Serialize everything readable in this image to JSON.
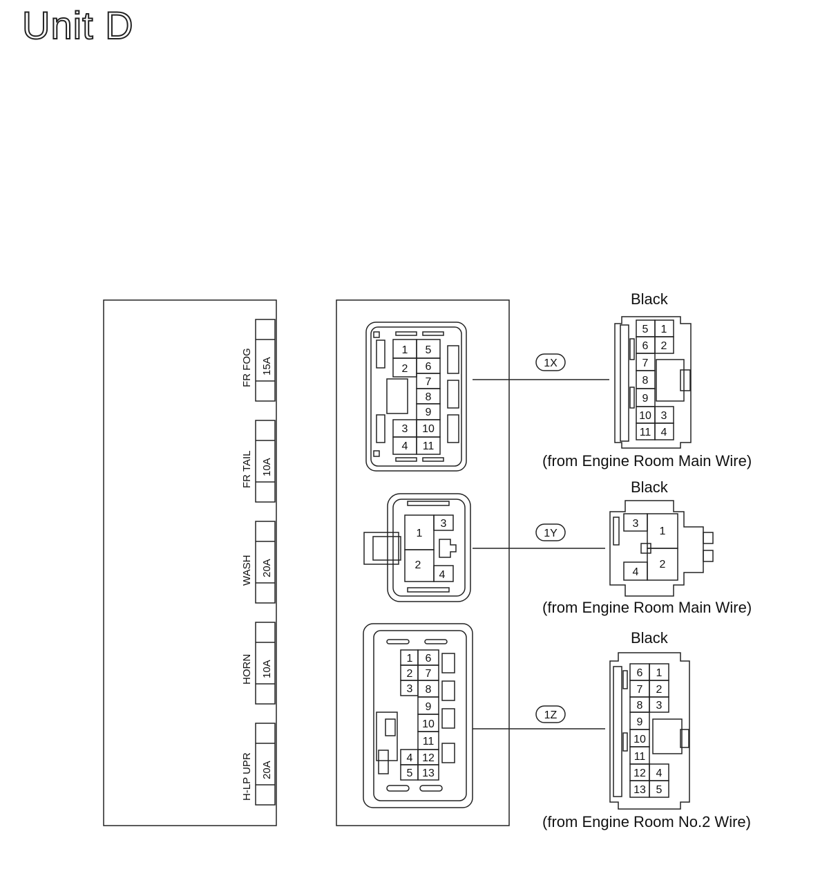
{
  "title": "Unit D",
  "fuses": [
    {
      "name": "FR FOG",
      "rating": "15A"
    },
    {
      "name": "FR TAIL",
      "rating": "10A"
    },
    {
      "name": "WASH",
      "rating": "20A"
    },
    {
      "name": "HORN",
      "rating": "10A"
    },
    {
      "name": "H-LP UPR",
      "rating": "20A"
    }
  ],
  "connectors": [
    {
      "code": "1X",
      "color": "Black",
      "source": "(from Engine Room Main Wire)",
      "block_pins": [
        "1",
        "2",
        "3",
        "4",
        "5",
        "6",
        "7",
        "8",
        "9",
        "10",
        "11"
      ],
      "plug_pins": [
        "5",
        "1",
        "6",
        "2",
        "7",
        "8",
        "9",
        "10",
        "3",
        "11",
        "4"
      ]
    },
    {
      "code": "1Y",
      "color": "Black",
      "source": "(from Engine Room Main Wire)",
      "block_pins": [
        "1",
        "2",
        "3",
        "4"
      ],
      "plug_pins": [
        "3",
        "1",
        "4",
        "2"
      ]
    },
    {
      "code": "1Z",
      "color": "Black",
      "source": "(from Engine Room No.2 Wire)",
      "block_pins": [
        "1",
        "2",
        "3",
        "4",
        "5",
        "6",
        "7",
        "8",
        "9",
        "10",
        "11",
        "12",
        "13"
      ],
      "plug_pins": [
        "6",
        "1",
        "7",
        "2",
        "8",
        "3",
        "9",
        "10",
        "11",
        "12",
        "4",
        "13",
        "5"
      ]
    }
  ]
}
